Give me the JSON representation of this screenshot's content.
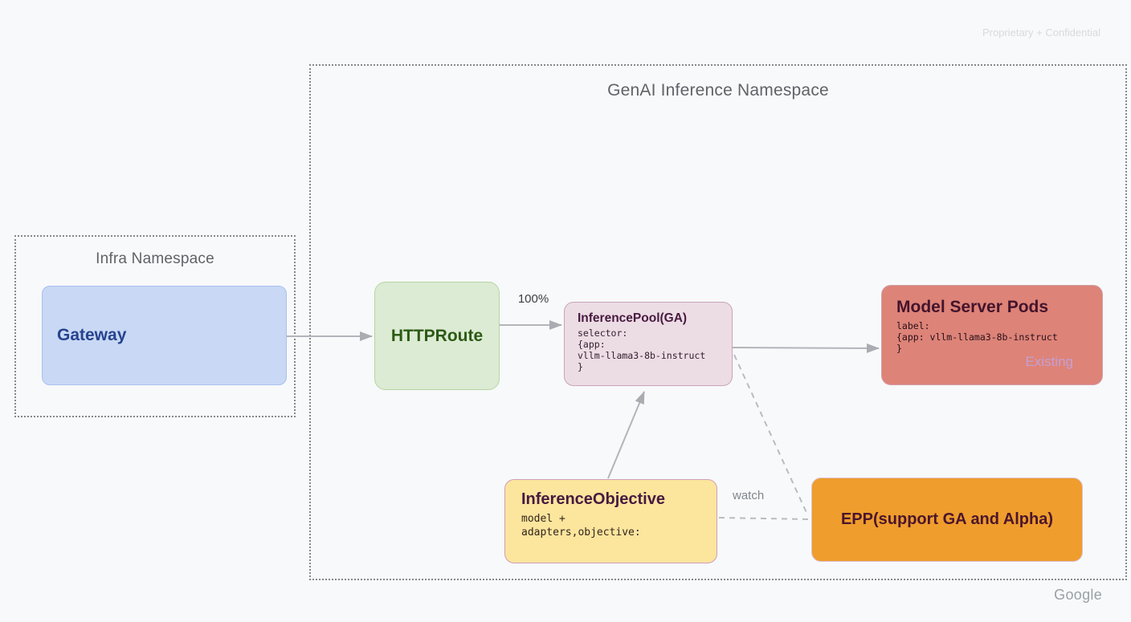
{
  "page": {
    "watermark": "Proprietary + Confidential",
    "footer_logo": "Google"
  },
  "genai_namespace": {
    "title": "GenAI Inference Namespace"
  },
  "infra_namespace": {
    "title": "Infra Namespace"
  },
  "nodes": {
    "gateway": {
      "label": "Gateway"
    },
    "httproute": {
      "label": "HTTPRoute"
    },
    "inference_pool": {
      "title": "InferencePool(GA)",
      "code_lines": [
        "selector:",
        "{app:",
        "vllm-llama3-8b-instruct",
        "}"
      ]
    },
    "model_server_pods": {
      "title": "Model Server Pods",
      "code_lines": [
        "label:",
        "{app: vllm-llama3-8b-instruct",
        "}"
      ],
      "badge": "Existing"
    },
    "inference_objective": {
      "title": "InferenceObjective",
      "code_lines": [
        "model +",
        "adapters,objective:"
      ]
    },
    "epp": {
      "label": "EPP(support GA and Alpha)"
    }
  },
  "edge_labels": {
    "traffic_percent": "100%",
    "watch": "watch"
  },
  "colors": {
    "background": "#f8f9fa",
    "namespace_title": "#5f6368",
    "gateway_fill": "#c8d8f5",
    "gateway_text": "#26438f",
    "httproute_fill": "#dcebd4",
    "httproute_text": "#2c5a14",
    "inference_pool_fill": "#ecdce4",
    "model_server_fill": "#dd8378",
    "objective_fill": "#fce59d",
    "epp_fill": "#ef9d2c",
    "dark_title": "#471a40",
    "existing_badge": "#c5a0d3",
    "arrow": "#b2b5ba"
  }
}
